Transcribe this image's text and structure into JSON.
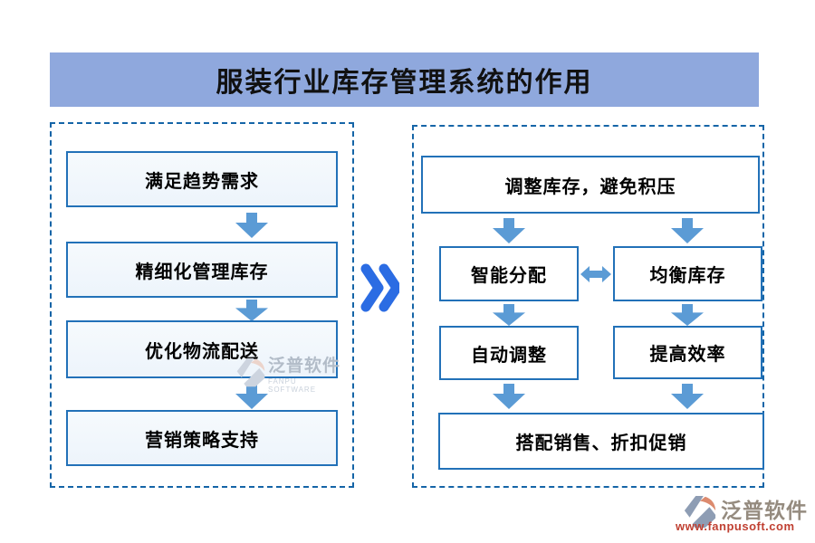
{
  "title": "服装行业库存管理系统的作用",
  "left_panel": {
    "steps": [
      "满足趋势需求",
      "精细化管理库存",
      "优化物流配送",
      "营销策略支持"
    ]
  },
  "right_panel": {
    "top_box": "调整库存，避免积压",
    "middle_left": "智能分配",
    "middle_right": "均衡库存",
    "lower_left": "自动调整",
    "lower_right": "提高效率",
    "bottom_box": "搭配销售、折扣促销"
  },
  "watermarks": {
    "center": {
      "brand": "泛普软件",
      "subtitle": "FANPU SOFTWARE"
    },
    "bottom_right": {
      "brand": "泛普软件",
      "url": "www.fanpusoft.com"
    }
  },
  "icons": {
    "chevron": "double-right-chevron »",
    "down_arrow": "solid down block arrow",
    "swap_arrow": "left-right double arrow",
    "logo": "fanpu-software mark (grey shards + orange crescent)"
  },
  "colors": {
    "banner_bg": "#8FA8DD",
    "box_border": "#2271B8",
    "panel_dash": "#1565A7",
    "arrow": "#5B9BD5",
    "chevron": "#2B6CE3",
    "left_box_fill": "#EDF4FB",
    "url_red": "#C04032"
  }
}
